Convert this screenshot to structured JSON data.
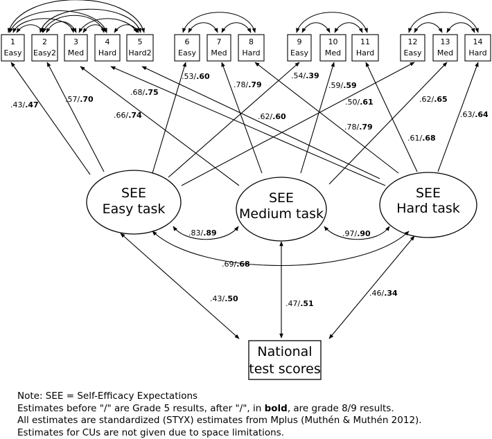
{
  "indicators": [
    {
      "num": "1",
      "label": "Easy"
    },
    {
      "num": "2",
      "label": "Easy2"
    },
    {
      "num": "3",
      "label": "Med"
    },
    {
      "num": "4",
      "label": "Hard"
    },
    {
      "num": "5",
      "label": "Hard2"
    },
    {
      "num": "6",
      "label": "Easy"
    },
    {
      "num": "7",
      "label": "Med"
    },
    {
      "num": "8",
      "label": "Hard"
    },
    {
      "num": "9",
      "label": "Easy"
    },
    {
      "num": "10",
      "label": "Med"
    },
    {
      "num": "11",
      "label": "Hard"
    },
    {
      "num": "12",
      "label": "Easy"
    },
    {
      "num": "13",
      "label": "Med"
    },
    {
      "num": "14",
      "label": "Hard"
    }
  ],
  "latents": {
    "easy": {
      "line1": "SEE",
      "line2": "Easy task"
    },
    "medium": {
      "line1": "SEE",
      "line2": "Medium task"
    },
    "hard": {
      "line1": "SEE",
      "line2": "Hard task"
    }
  },
  "outcome": {
    "line1": "National",
    "line2": "test scores"
  },
  "loadings": [
    {
      "g5": ".43/",
      "g89": ".47"
    },
    {
      "g5": ".57/",
      "g89": ".70"
    },
    {
      "g5": ".66/",
      "g89": ".74"
    },
    {
      "g5": ".68/",
      "g89": ".75"
    },
    {
      "g5": ".53/",
      "g89": ".60"
    },
    {
      "g5": ".78/",
      "g89": ".79"
    },
    {
      "g5": ".62/",
      "g89": ".60"
    },
    {
      "g5": ".54/",
      "g89": ".39"
    },
    {
      "g5": ".59/",
      "g89": ".59"
    },
    {
      "g5": ".78/",
      "g89": ".79"
    },
    {
      "g5": ".50/",
      "g89": ".61"
    },
    {
      "g5": ".62/",
      "g89": ".65"
    },
    {
      "g5": ".61/",
      "g89": ".68"
    },
    {
      "g5": ".63/",
      "g89": ".64"
    }
  ],
  "correlations": [
    {
      "g5": ".83/",
      "g89": ".89"
    },
    {
      "g5": ".97/",
      "g89": ".90"
    },
    {
      "g5": ".69/",
      "g89": ".68"
    },
    {
      "g5": ".43/",
      "g89": ".50"
    },
    {
      "g5": ".47/",
      "g89": ".51"
    },
    {
      "g5": ".46/",
      "g89": ".34"
    }
  ],
  "note": {
    "line1": "Note: SEE = Self-Efficacy Expectations",
    "line2_pre": "Estimates before \"/\" are Grade 5 results, after \"/\", in ",
    "line2_bold": "bold",
    "line2_post": ", are grade 8/9 results.",
    "line3": "All estimates are standardized (STYX) estimates from Mplus (Muthén & Muthén 2012).",
    "line4": "Estimates for CUs are not given due to space limitations."
  }
}
